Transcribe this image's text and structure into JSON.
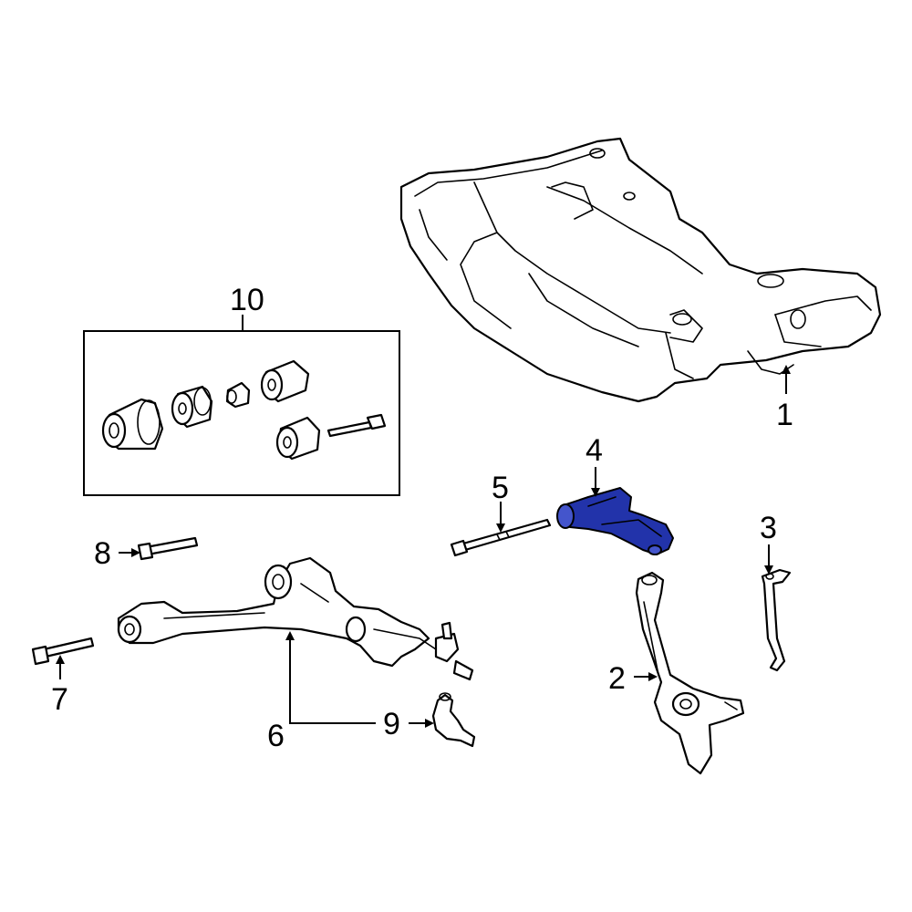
{
  "callouts": {
    "c1": "1",
    "c2": "2",
    "c3": "3",
    "c4": "4",
    "c5": "5",
    "c6": "6",
    "c7": "7",
    "c8": "8",
    "c9": "9",
    "c10": "10"
  },
  "colors": {
    "highlight": "#2233aa",
    "highlight_light": "#4455cc",
    "line": "#000000",
    "background": "#ffffff"
  }
}
